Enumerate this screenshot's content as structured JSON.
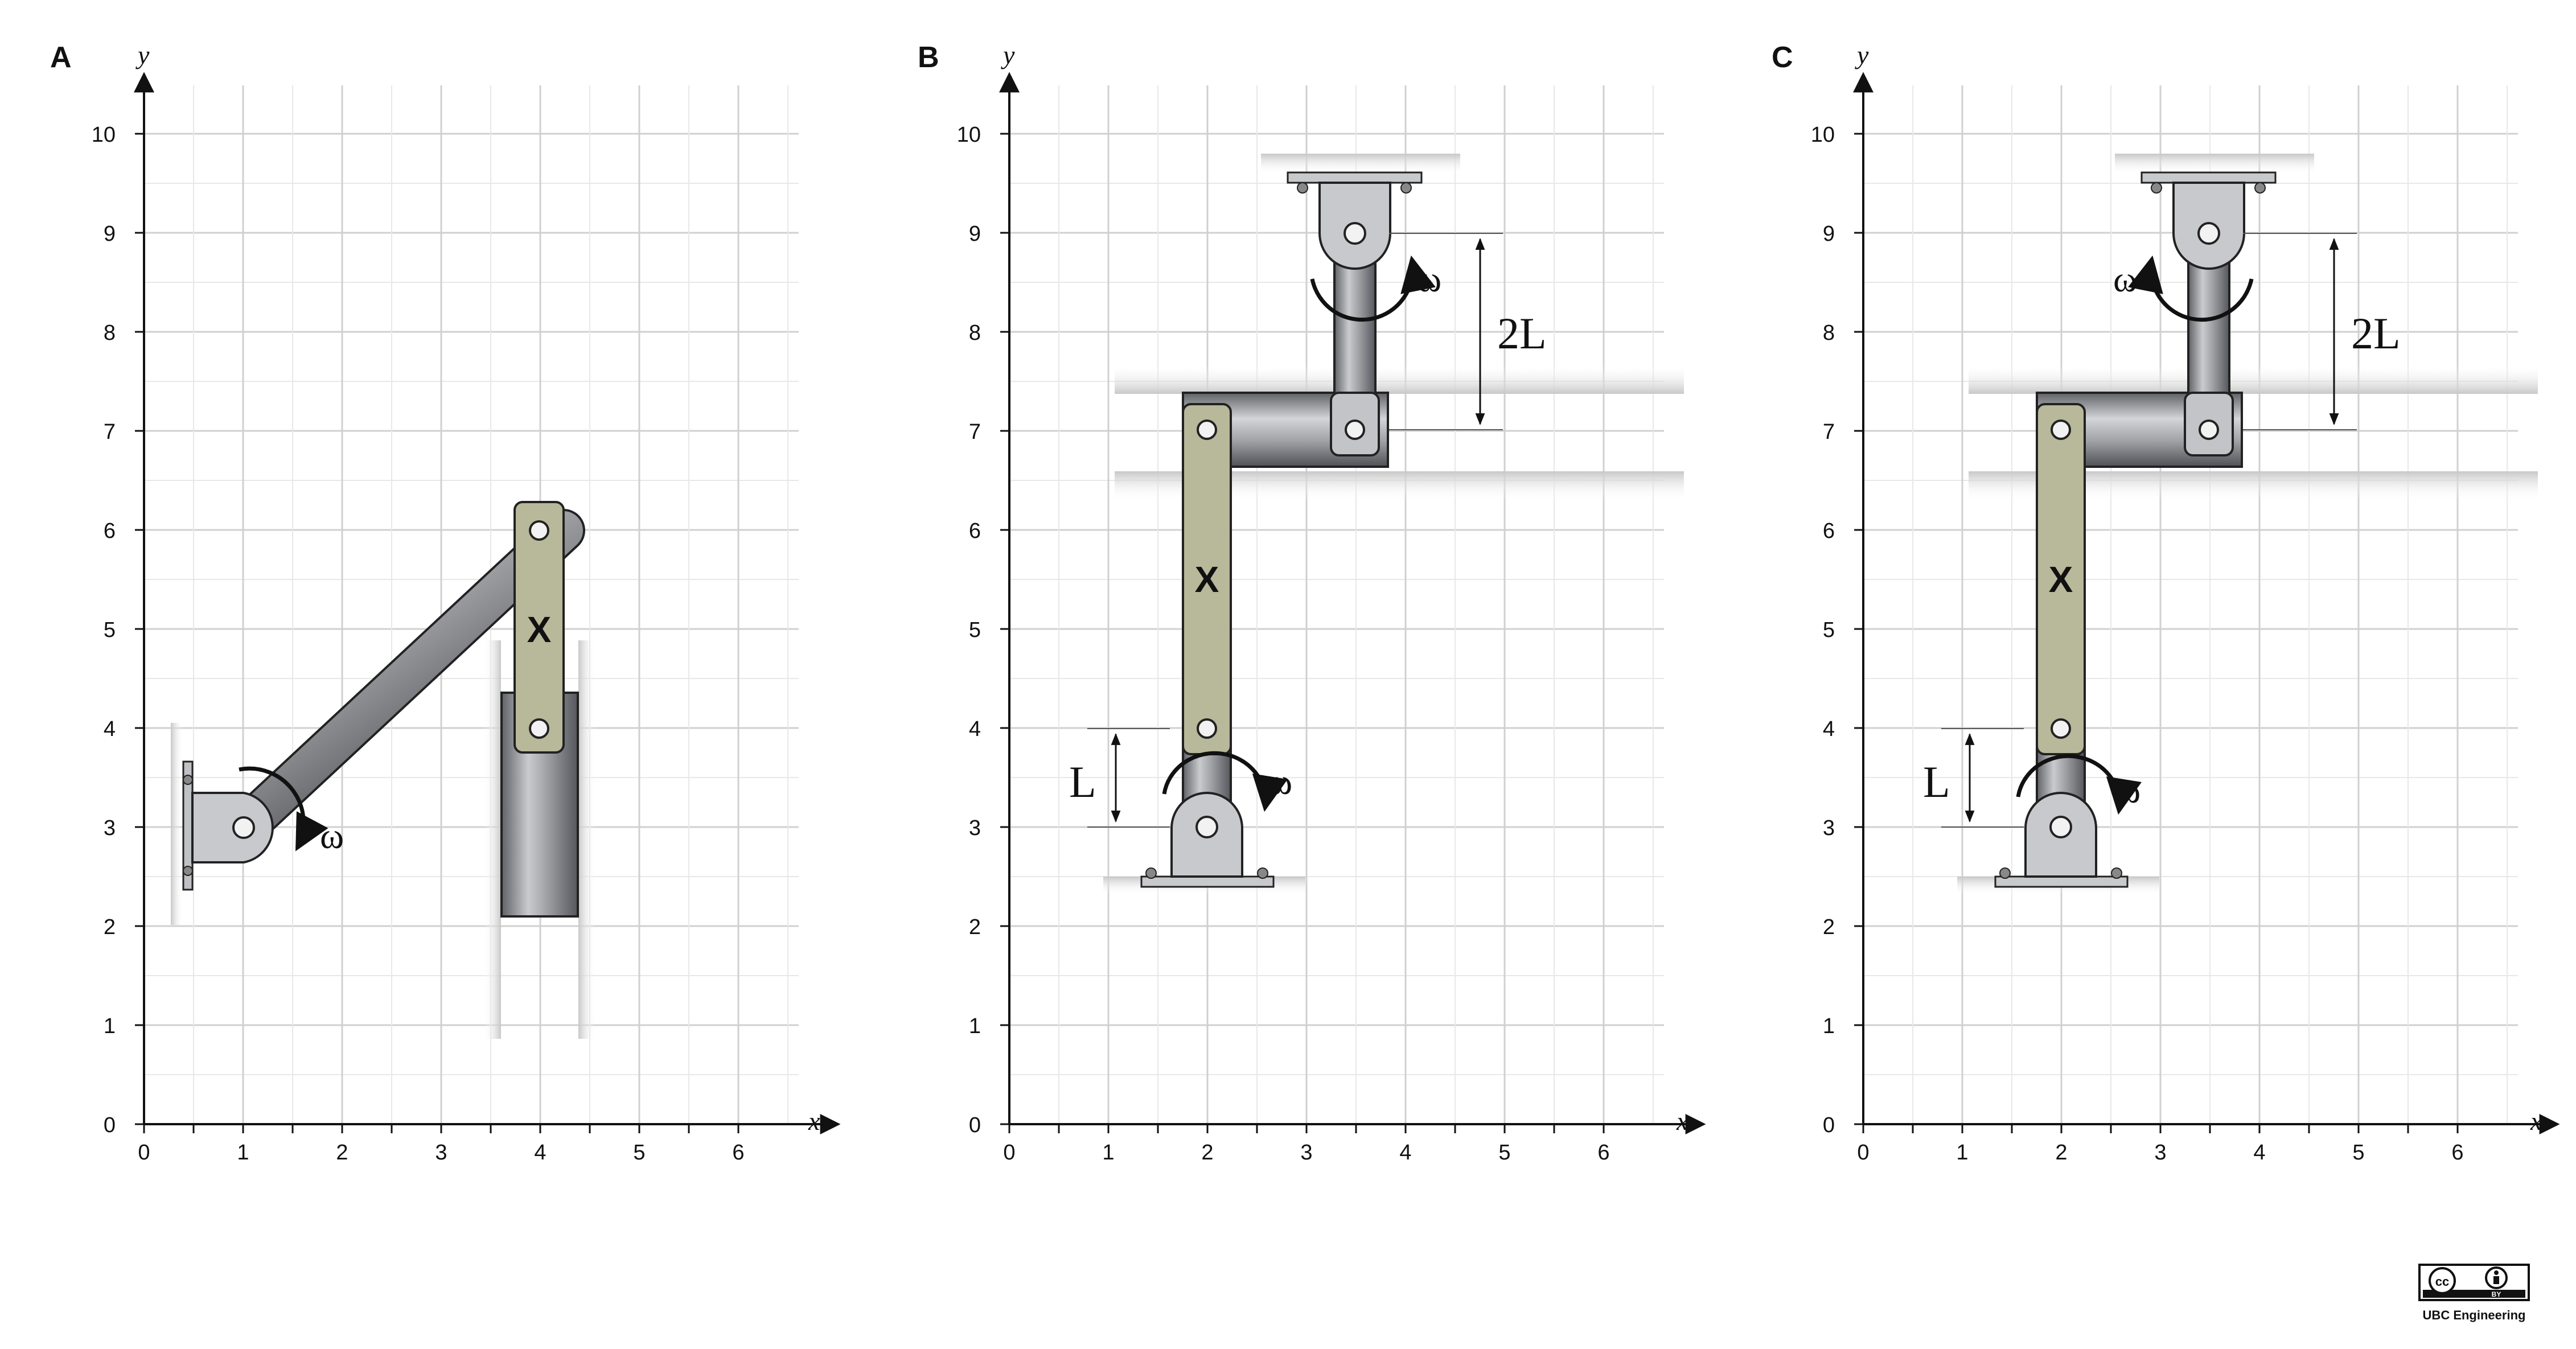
{
  "panels": [
    {
      "letter": "A",
      "x_label": "x",
      "y_label": "y",
      "x_ticks": [
        "0",
        "1",
        "2",
        "3",
        "4",
        "5",
        "6"
      ],
      "y_ticks": [
        "0",
        "1",
        "2",
        "3",
        "4",
        "5",
        "6",
        "7",
        "8",
        "9",
        "10"
      ],
      "omega": "ω",
      "link_label": "X"
    },
    {
      "letter": "B",
      "x_label": "x",
      "y_label": "y",
      "x_ticks": [
        "0",
        "1",
        "2",
        "3",
        "4",
        "5",
        "6"
      ],
      "y_ticks": [
        "0",
        "1",
        "2",
        "3",
        "4",
        "5",
        "6",
        "7",
        "8",
        "9",
        "10"
      ],
      "omega_bottom": "ω",
      "omega_top": "ω",
      "link_label": "X",
      "dim_short": "L",
      "dim_long": "2L"
    },
    {
      "letter": "C",
      "x_label": "x",
      "y_label": "y",
      "x_ticks": [
        "0",
        "1",
        "2",
        "3",
        "4",
        "5",
        "6"
      ],
      "y_ticks": [
        "0",
        "1",
        "2",
        "3",
        "4",
        "5",
        "6",
        "7",
        "8",
        "9",
        "10"
      ],
      "omega_bottom": "ω",
      "omega_top": "ω",
      "link_label": "X",
      "dim_short": "L",
      "dim_long": "2L"
    }
  ],
  "license": {
    "badge_left": "cc",
    "badge_right": "BY",
    "credit": "UBC Engineering"
  },
  "colors": {
    "link": "#b8b89a",
    "steel": "#9a9ca0",
    "grid": "#d8d8d8"
  }
}
